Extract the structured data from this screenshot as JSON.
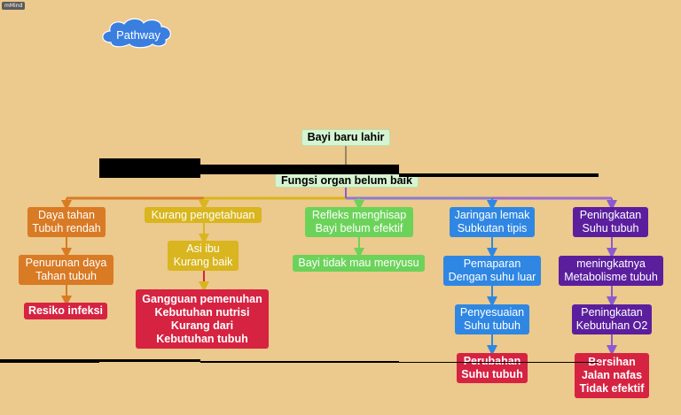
{
  "logo": "mMind",
  "pathway_label": "Pathway",
  "root": "Bayi baru lahir",
  "center": "Fungsi organ belum baik",
  "columns": [
    {
      "color": "#d97a24",
      "nodes": [
        "Daya tahan\nTubuh rendah",
        "Penurunan daya\nTahan tubuh",
        "Resiko infeksi"
      ]
    },
    {
      "color": "#d9b51f",
      "nodes": [
        "Kurang pengetahuan",
        "Asi ibu\nKurang baik",
        "Gangguan pemenuhan\nKebutuhan nutrisi\nKurang dari\nKebutuhan tubuh"
      ]
    },
    {
      "color": "#6cd35a",
      "nodes": [
        "Refleks menghisap\nBayi belum efektif",
        "Bayi tidak mau menyusu"
      ]
    },
    {
      "color": "#2f87e3",
      "nodes": [
        "Jaringan lemak\nSubkutan tipis",
        "Pemaparan\nDengan suhu luar",
        "Penyesuaian\nSuhu tubuh",
        "Perubahan\nSuhu tubuh"
      ]
    },
    {
      "color": "#5b1f9e",
      "nodes": [
        "Peningkatan\nSuhu tubuh",
        "meningkatnya\nMetabolisme tubuh",
        "Peningkatan\nKebutuhan O2",
        "Bersihan\nJalan nafas\nTidak efektif"
      ]
    }
  ],
  "colors": {
    "background": "#ecc98c",
    "orange": "#d97a24",
    "yellow": "#d9b51f",
    "green": "#6cd35a",
    "blue": "#2f87e3",
    "purple": "#5b1f9e",
    "red": "#d62342",
    "root_fill": "#d6f4d1",
    "cloud": "#3a7fe0"
  }
}
